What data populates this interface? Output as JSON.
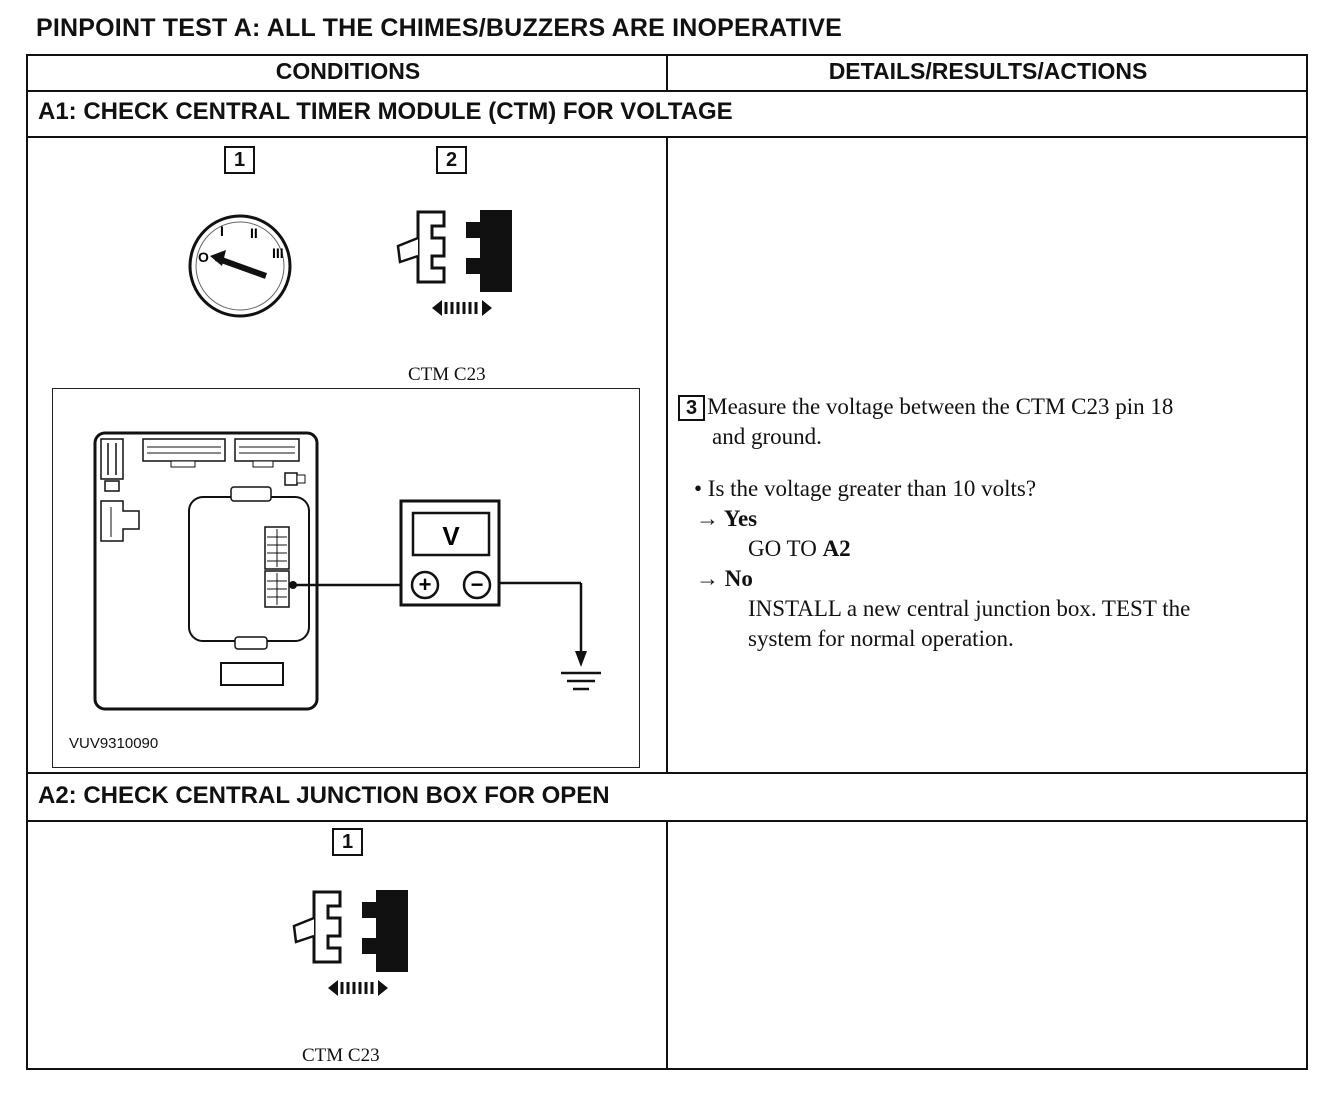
{
  "title": "PINPOINT TEST A: ALL THE CHIMES/BUZZERS ARE INOPERATIVE",
  "table": {
    "col_conditions": "CONDITIONS",
    "col_details": "DETAILS/RESULTS/ACTIONS"
  },
  "a1": {
    "heading": "A1: CHECK CENTRAL TIMER MODULE (CTM) FOR VOLTAGE",
    "step1_num": "1",
    "step2_num": "2",
    "ignition_labels": [
      "O",
      "I",
      "II",
      "III"
    ],
    "connector_caption": "CTM C23",
    "meter_label": "V",
    "meter_plus": "+",
    "meter_minus": "−",
    "figure_code": "VUV9310090",
    "step3_num": "3",
    "step3_text_line1": "Measure the voltage between the CTM C23 pin 18",
    "step3_text_line2": "and ground.",
    "question": "• Is the voltage greater than 10 volts?",
    "yes_label": "→ Yes",
    "yes_action_prefix": "GO TO ",
    "yes_action_target": "A2",
    "no_label": "→ No",
    "no_action_line1": "INSTALL a new central junction box. TEST the",
    "no_action_line2": "system for normal operation."
  },
  "a2": {
    "heading": "A2: CHECK CENTRAL JUNCTION BOX FOR OPEN",
    "step1_num": "1",
    "connector_caption": "CTM C23"
  },
  "icons": [
    "ignition-switch-icon",
    "connector-disconnect-icon",
    "multimeter-icon",
    "ground-icon"
  ]
}
